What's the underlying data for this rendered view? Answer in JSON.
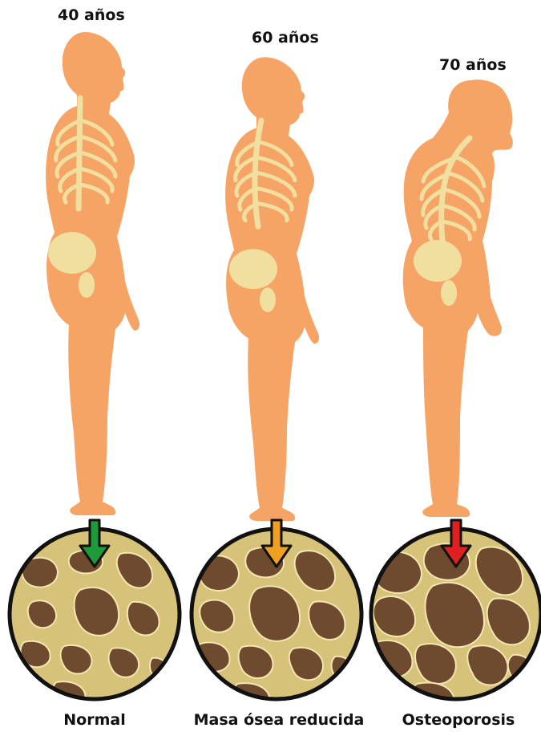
{
  "stages": [
    {
      "age": "40 años",
      "caption": "Normal",
      "arrow_color": "#1f9a3a"
    },
    {
      "age": "60 años",
      "caption": "Masa ósea reducida",
      "arrow_color": "#f0a020"
    },
    {
      "age": "70 años",
      "caption": "Osteoporosis",
      "arrow_color": "#e02020"
    }
  ],
  "colors": {
    "body": "#f6a466",
    "skeleton": "#f1dfa0",
    "bone_background": "#6e4a2e",
    "bone_trabecula": "#d7c27a",
    "outline": "#111111"
  }
}
